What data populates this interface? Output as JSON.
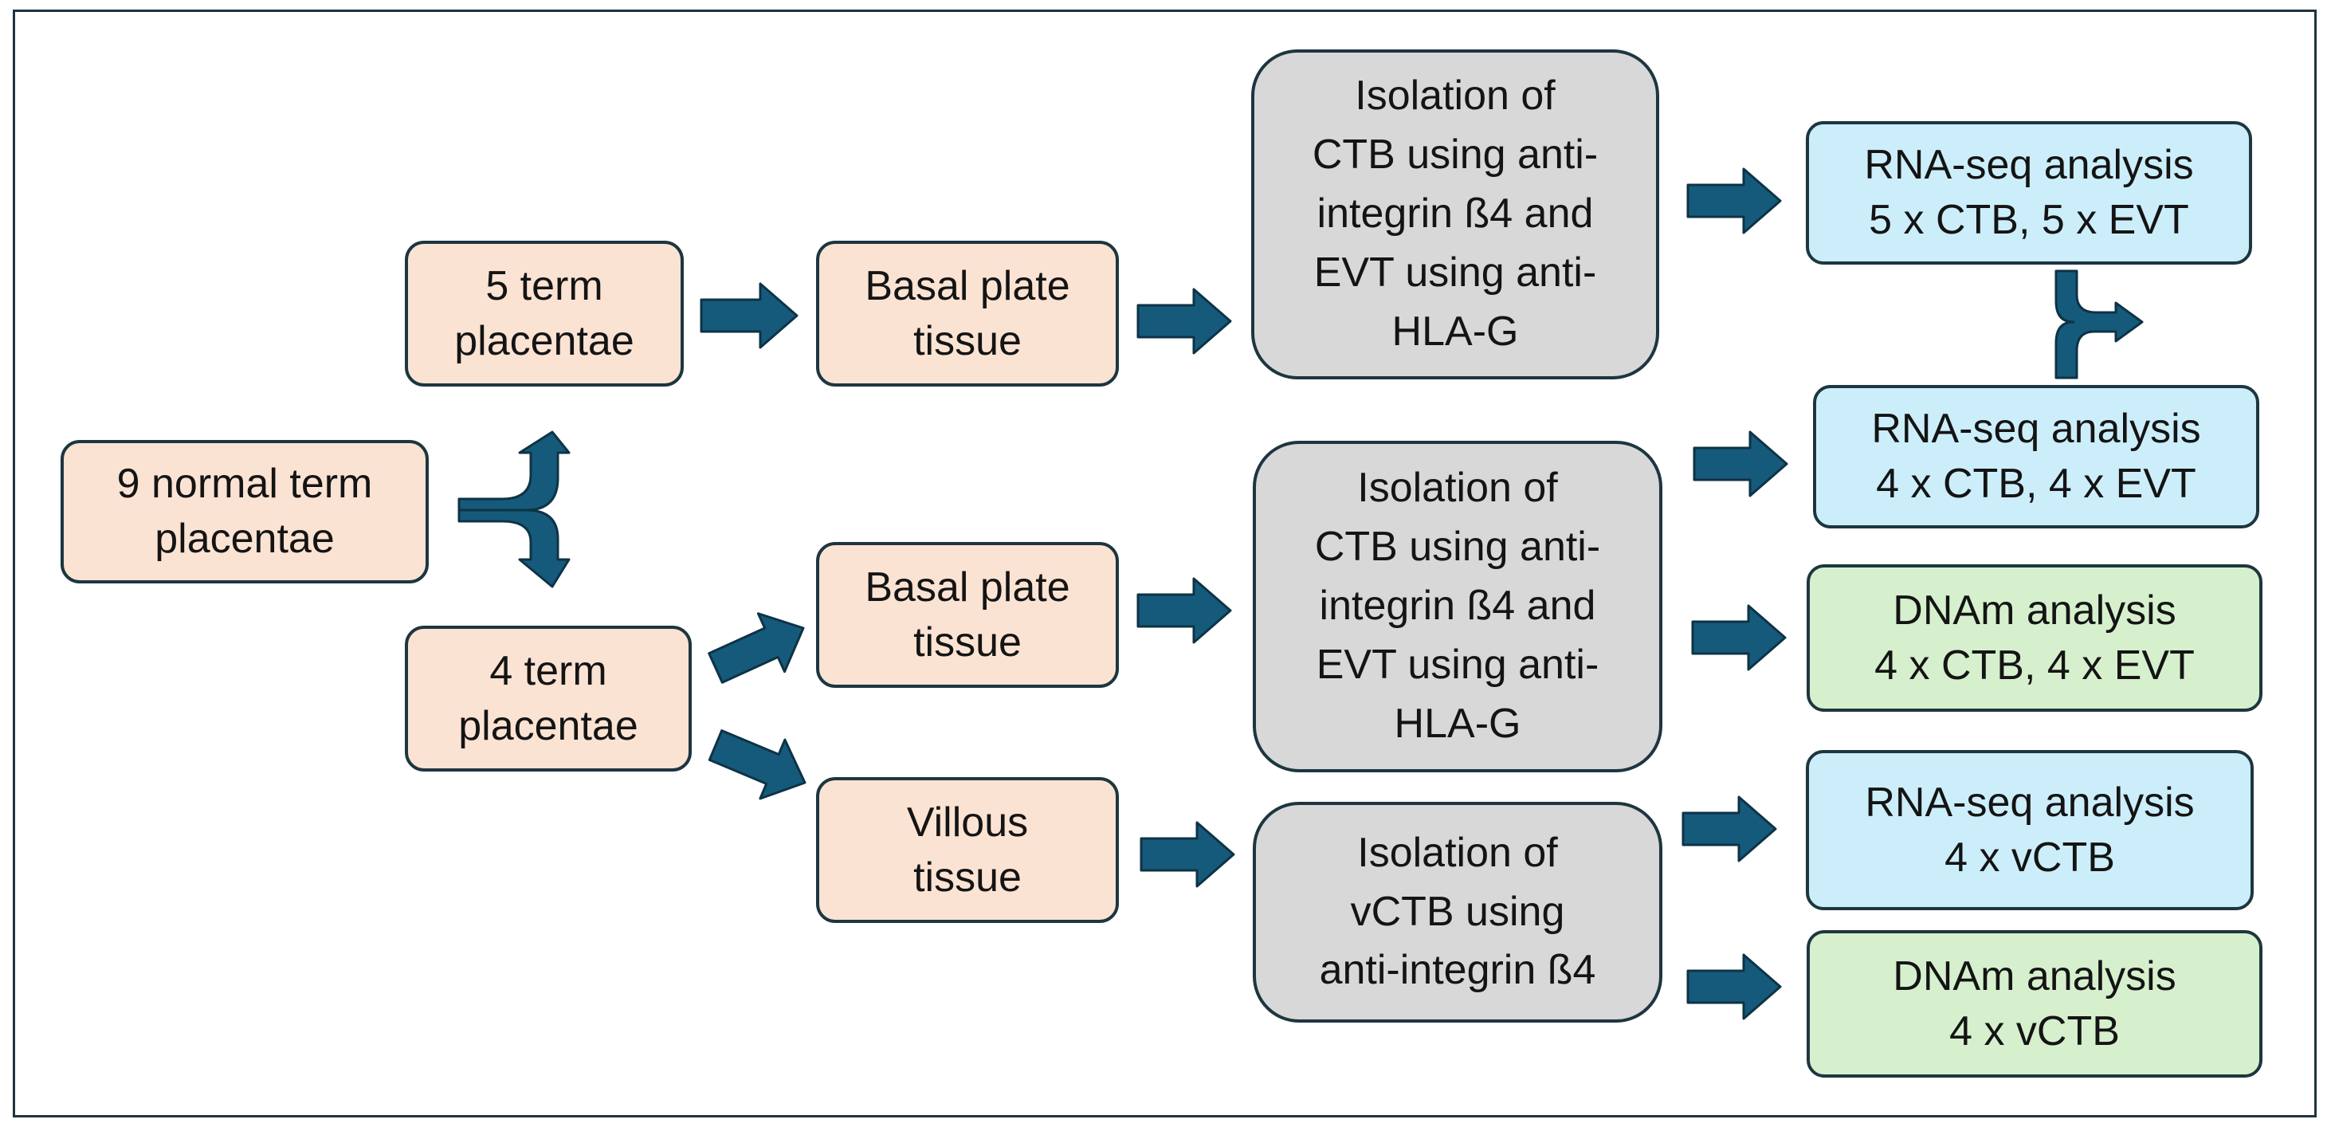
{
  "colors": {
    "arrow": "#165a7b",
    "arrow_outline": "#0d3346",
    "box_border": "#1d3640",
    "start_fill": "#fbe3d3",
    "isolation_fill": "#d8d8d8",
    "rnaseq_fill": "#cceefb",
    "dnam_fill": "#d6f0cd"
  },
  "nodes": {
    "start": {
      "lines": [
        "9 normal  term",
        "placentae"
      ]
    },
    "group_five": {
      "lines": [
        "5 term",
        "placentae"
      ]
    },
    "group_four": {
      "lines": [
        "4 term",
        "placentae"
      ]
    },
    "basal_plate_top": {
      "lines": [
        "Basal plate",
        "tissue"
      ]
    },
    "basal_plate_mid": {
      "lines": [
        "Basal plate",
        "tissue"
      ]
    },
    "villous": {
      "lines": [
        "Villous",
        "tissue"
      ]
    },
    "isolation_top": {
      "lines": [
        "Isolation of",
        "CTB using anti-",
        "integrin ß4 and",
        "EVT using anti-",
        "HLA-G"
      ]
    },
    "isolation_mid": {
      "lines": [
        "Isolation of",
        "CTB using anti-",
        "integrin ß4 and",
        "EVT using anti-",
        "HLA-G"
      ]
    },
    "isolation_villous": {
      "lines": [
        "Isolation of",
        "vCTB using",
        "anti-integrin ß4"
      ]
    },
    "rnaseq_five": {
      "lines": [
        "RNA-seq analysis",
        "5 x CTB, 5 x EVT"
      ]
    },
    "rnaseq_four": {
      "lines": [
        "RNA-seq analysis",
        "4 x CTB, 4 x EVT"
      ]
    },
    "dnam_four": {
      "lines": [
        "DNAm analysis",
        "4 x CTB, 4 x EVT"
      ]
    },
    "rnaseq_vctb": {
      "lines": [
        "RNA-seq analysis",
        "4 x vCTB"
      ]
    },
    "dnam_vctb": {
      "lines": [
        "DNAm analysis",
        "4 x vCTB"
      ]
    }
  }
}
